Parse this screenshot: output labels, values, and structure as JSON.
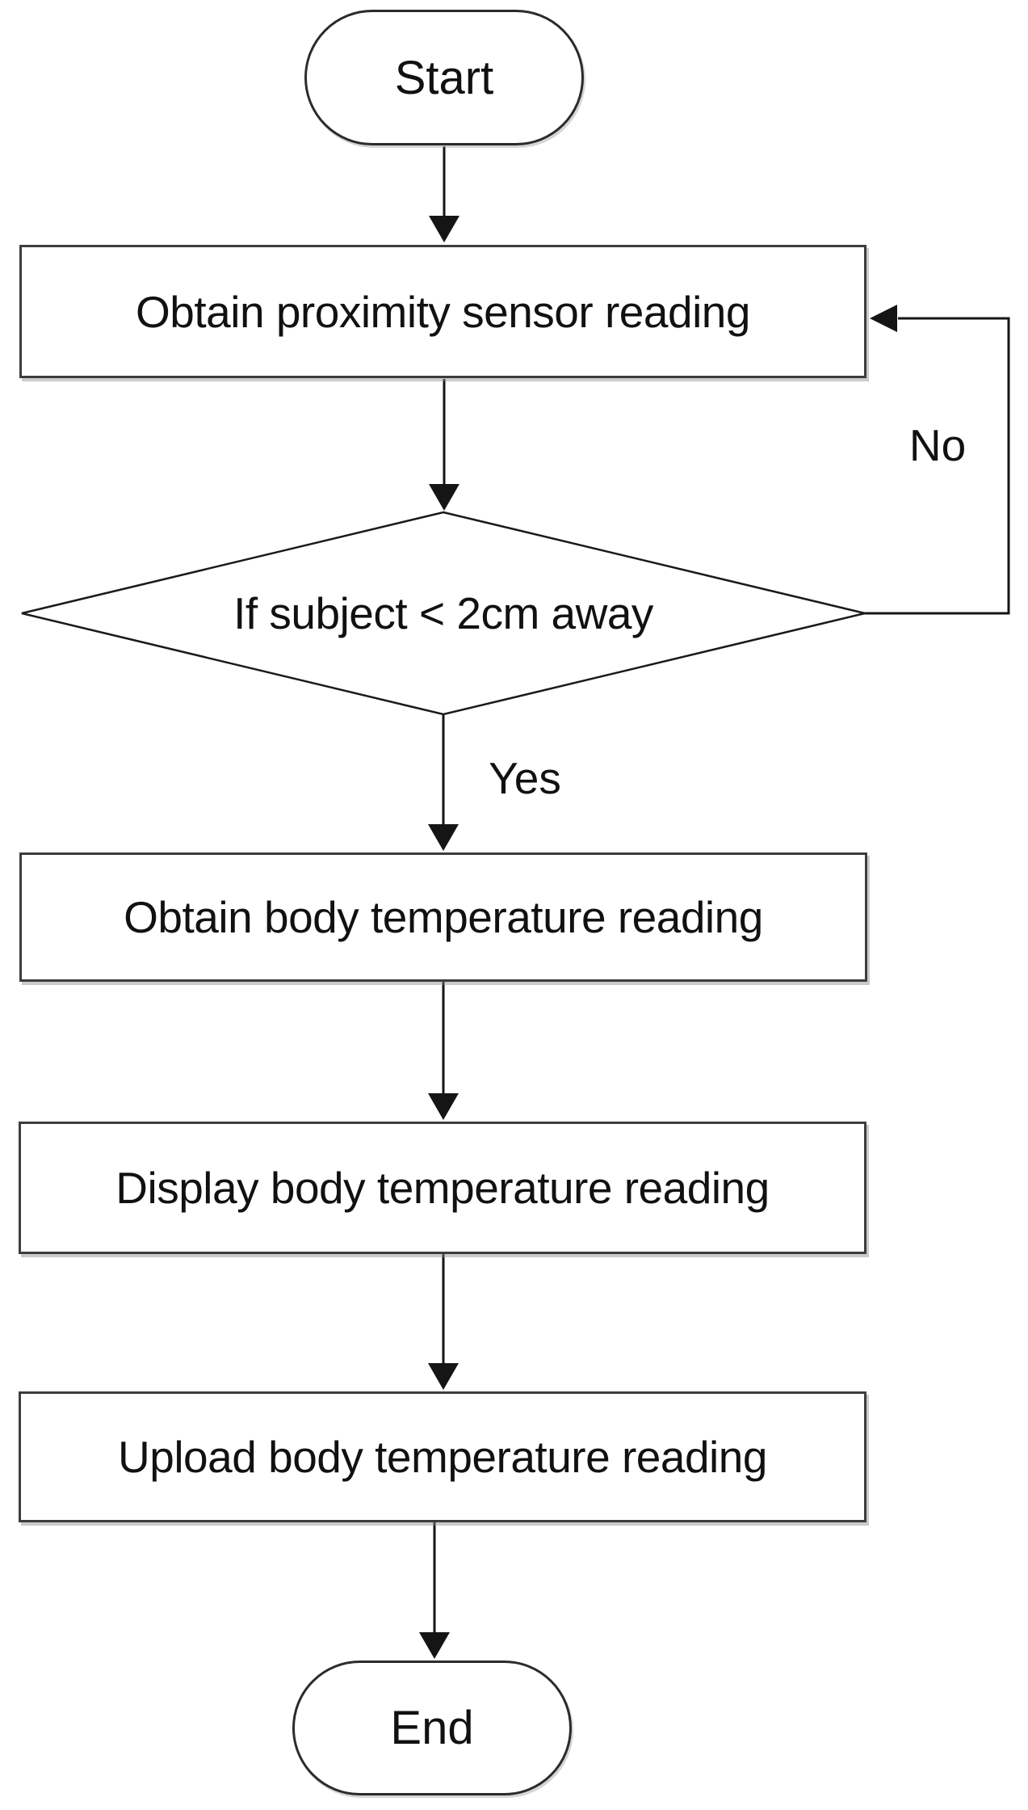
{
  "page": {
    "background": "#ffffff"
  },
  "colors": {
    "line": "#151515",
    "node_fill": "#ffffff",
    "node_border": "#3d3d3d",
    "text": "#111111"
  },
  "nodes": {
    "start": {
      "label": "Start",
      "type": "terminator"
    },
    "obtain_proximity": {
      "label": "Obtain proximity sensor reading",
      "type": "process"
    },
    "proximity_check": {
      "label": "If subject < 2cm away",
      "type": "decision"
    },
    "obtain_temperature": {
      "label": "Obtain body temperature reading",
      "type": "process"
    },
    "display_temperature": {
      "label": "Display body temperature reading",
      "type": "process"
    },
    "upload_temperature": {
      "label": "Upload body temperature reading",
      "type": "process"
    },
    "end": {
      "label": "End",
      "type": "terminator"
    }
  },
  "edges": {
    "yes_label": "Yes",
    "no_label": "No"
  }
}
